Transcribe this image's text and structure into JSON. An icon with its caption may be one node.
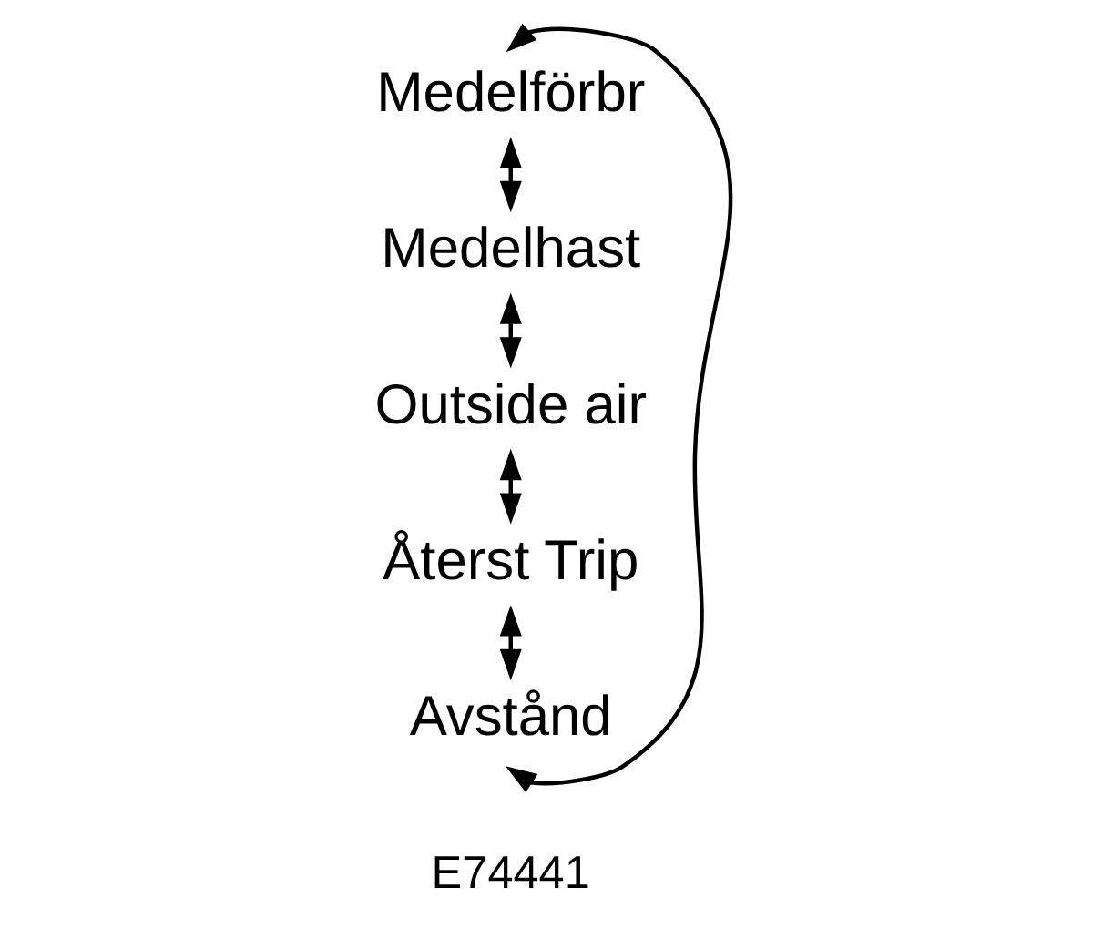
{
  "diagram": {
    "nodes": [
      {
        "text": [
          "Medelförbr"
        ]
      },
      {
        "text": [
          "Medelhast"
        ]
      },
      {
        "text": [
          "Outside air"
        ]
      },
      {
        "text": [
          "Återst Trip"
        ]
      },
      {
        "text": [
          "Avstånd"
        ]
      }
    ],
    "edges": [
      {
        "from": 0,
        "to": 1,
        "arrow": "both"
      },
      {
        "from": 1,
        "to": 2,
        "arrow": "both"
      },
      {
        "from": 2,
        "to": 3,
        "arrow": "both"
      },
      {
        "from": 3,
        "to": 4,
        "arrow": "both"
      },
      {
        "from": 4,
        "to": 0,
        "arrow": "both"
      }
    ],
    "labels": [
      "E74441"
    ]
  }
}
